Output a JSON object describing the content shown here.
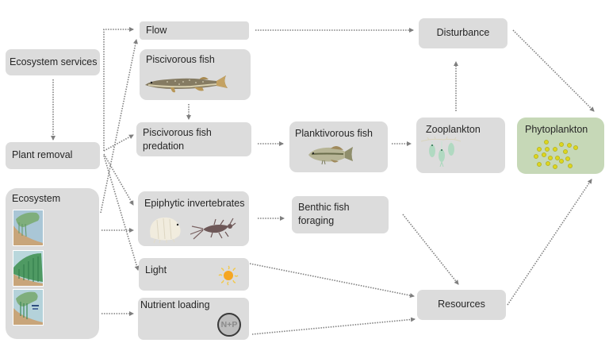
{
  "diagram": {
    "nodes": {
      "ecosystem_services": {
        "label": "Ecosystem services"
      },
      "plant_removal": {
        "label": "Plant removal"
      },
      "ecosystem": {
        "label": "Ecosystem"
      },
      "flow": {
        "label": "Flow"
      },
      "piscivorous_fish": {
        "label": "Piscivorous fish"
      },
      "piscivorous_fish_predation": {
        "label_line1": "Piscivorous fish",
        "label_line2": "predation"
      },
      "epiphytic_invertebrates": {
        "label": "Epiphytic invertebrates"
      },
      "light": {
        "label": "Light"
      },
      "nutrient_loading": {
        "label": "Nutrient loading",
        "badge": "N+P"
      },
      "planktivorous_fish": {
        "label": "Planktivorous fish"
      },
      "benthic_fish_foraging": {
        "label_line1": "Benthic fish",
        "label_line2": "foraging"
      },
      "disturbance": {
        "label": "Disturbance"
      },
      "zooplankton": {
        "label": "Zooplankton"
      },
      "phytoplankton": {
        "label": "Phytoplankton"
      },
      "resources": {
        "label": "Resources"
      }
    },
    "edges": [
      {
        "from": "ecosystem_services",
        "to": "plant_removal"
      },
      {
        "from": "plant_removal",
        "to": "flow"
      },
      {
        "from": "plant_removal",
        "to": "piscivorous_fish_predation"
      },
      {
        "from": "plant_removal",
        "to": "epiphytic_invertebrates"
      },
      {
        "from": "plant_removal",
        "to": "light"
      },
      {
        "from": "ecosystem",
        "to": "flow"
      },
      {
        "from": "ecosystem",
        "to": "epiphytic_invertebrates"
      },
      {
        "from": "ecosystem",
        "to": "nutrient_loading"
      },
      {
        "from": "piscivorous_fish",
        "to": "piscivorous_fish_predation"
      },
      {
        "from": "flow",
        "to": "disturbance"
      },
      {
        "from": "piscivorous_fish_predation",
        "to": "planktivorous_fish"
      },
      {
        "from": "planktivorous_fish",
        "to": "zooplankton"
      },
      {
        "from": "zooplankton",
        "to": "disturbance"
      },
      {
        "from": "disturbance",
        "to": "phytoplankton"
      },
      {
        "from": "epiphytic_invertebrates",
        "to": "benthic_fish_foraging"
      },
      {
        "from": "benthic_fish_foraging",
        "to": "resources"
      },
      {
        "from": "light",
        "to": "resources"
      },
      {
        "from": "nutrient_loading",
        "to": "resources"
      },
      {
        "from": "resources",
        "to": "phytoplankton"
      }
    ],
    "colors": {
      "node_fill": "#dcdcdc",
      "phytoplankton_fill": "#c6d8b7",
      "arrow": "#7f7f7f",
      "plankton_dot": "#dcd61e"
    },
    "illustrations": {
      "piscivorous_fish": "pike-fish-icon",
      "planktivorous_fish": "bass-fish-icon",
      "epiphytic_invertebrates": [
        "amphipod-icon",
        "mayfly-nymph-icon"
      ],
      "light": "sun-icon",
      "zooplankton": "daphnia-icon",
      "phytoplankton": "algae-cells-icon",
      "ecosystem": [
        "lake-shore-sparse-vegetation-icon",
        "lake-shore-dense-vegetation-icon",
        "lake-shore-plant-removal-icon"
      ]
    }
  }
}
